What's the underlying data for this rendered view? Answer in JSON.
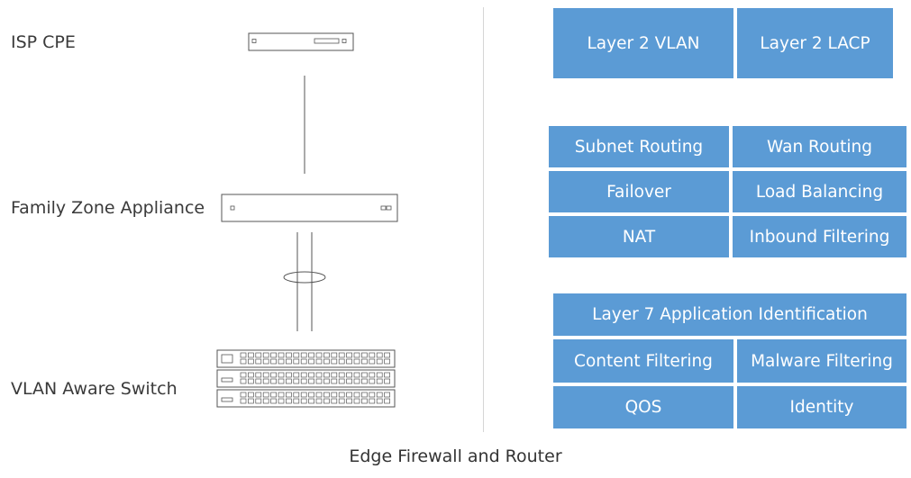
{
  "topology": {
    "isp_label": "ISP CPE",
    "appliance_label": "Family Zone Appliance",
    "switch_label": "VLAN Aware Switch"
  },
  "layer2": [
    "Layer 2 VLAN",
    "Layer 2 LACP"
  ],
  "layer3": [
    "Subnet Routing",
    "Wan Routing",
    "Failover",
    "Load Balancing",
    "NAT",
    "Inbound Filtering"
  ],
  "layer7": {
    "header": "Layer 7 Application Identification",
    "items": [
      "Content Filtering",
      "Malware Filtering",
      "QOS",
      "Identity"
    ]
  },
  "caption": "Edge Firewall and Router",
  "colors": {
    "box": "#5b9bd5",
    "box_text": "#ffffff",
    "line": "#555555"
  }
}
